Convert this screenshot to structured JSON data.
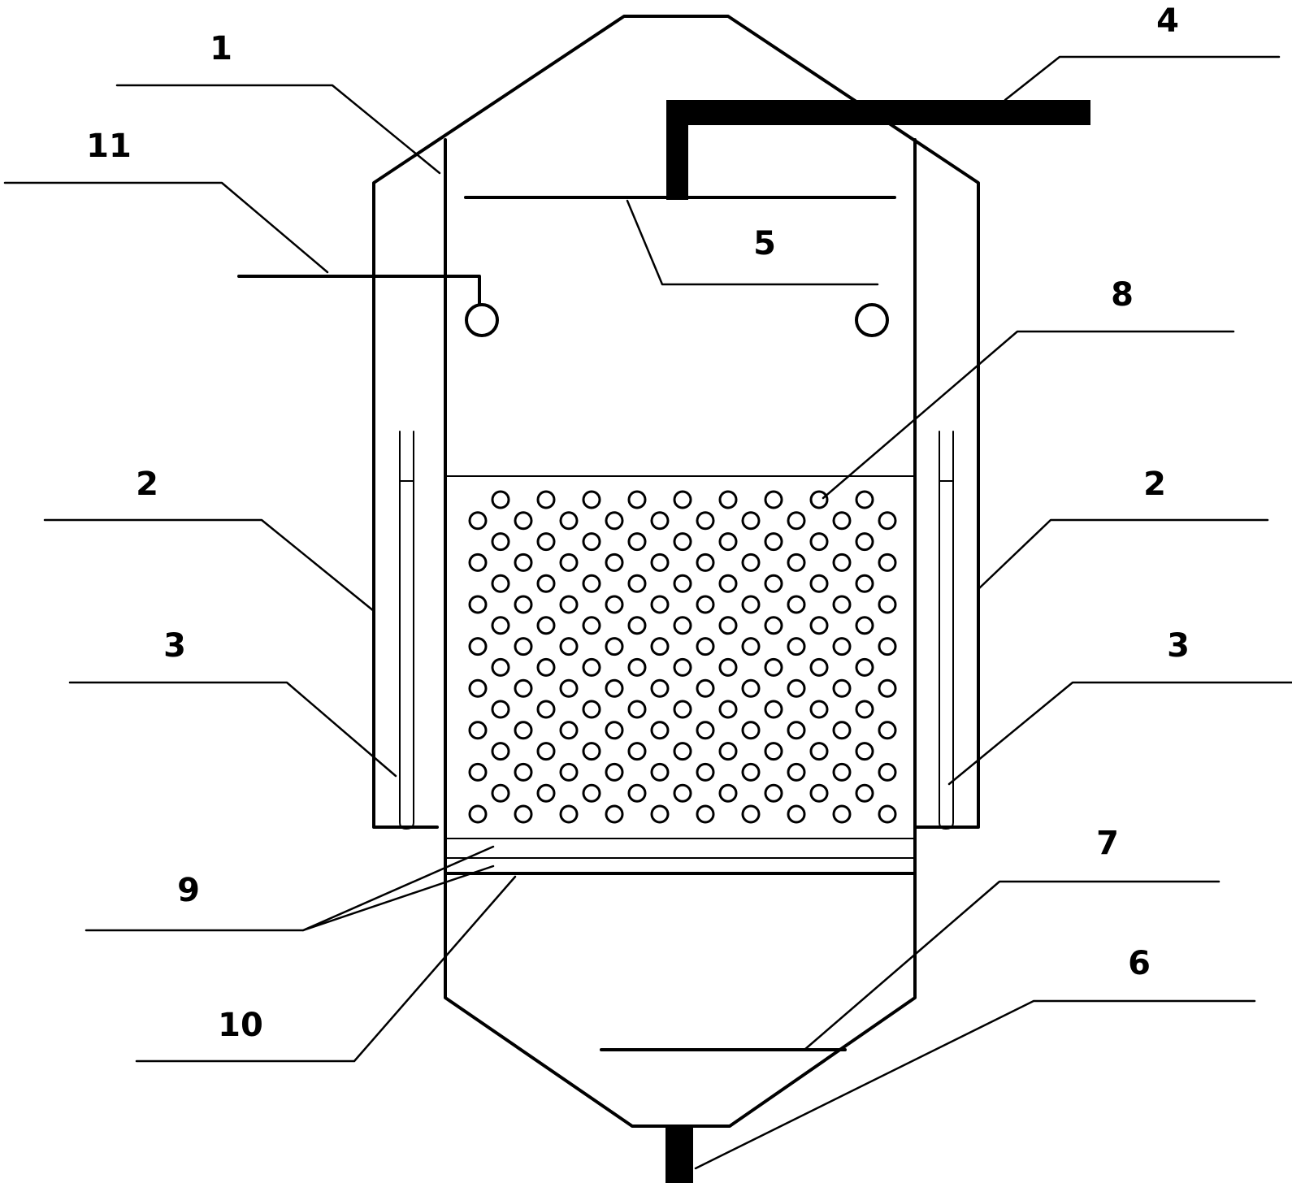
{
  "labels": {
    "l1": "1",
    "l2_left": "2",
    "l2_right": "2",
    "l3_left": "3",
    "l3_right": "3",
    "l4": "4",
    "l5": "5",
    "l6": "6",
    "l7": "7",
    "l8": "8",
    "l9": "9",
    "l10": "10",
    "l11": "11"
  },
  "colors": {
    "line": "#000000",
    "background": "#ffffff"
  }
}
